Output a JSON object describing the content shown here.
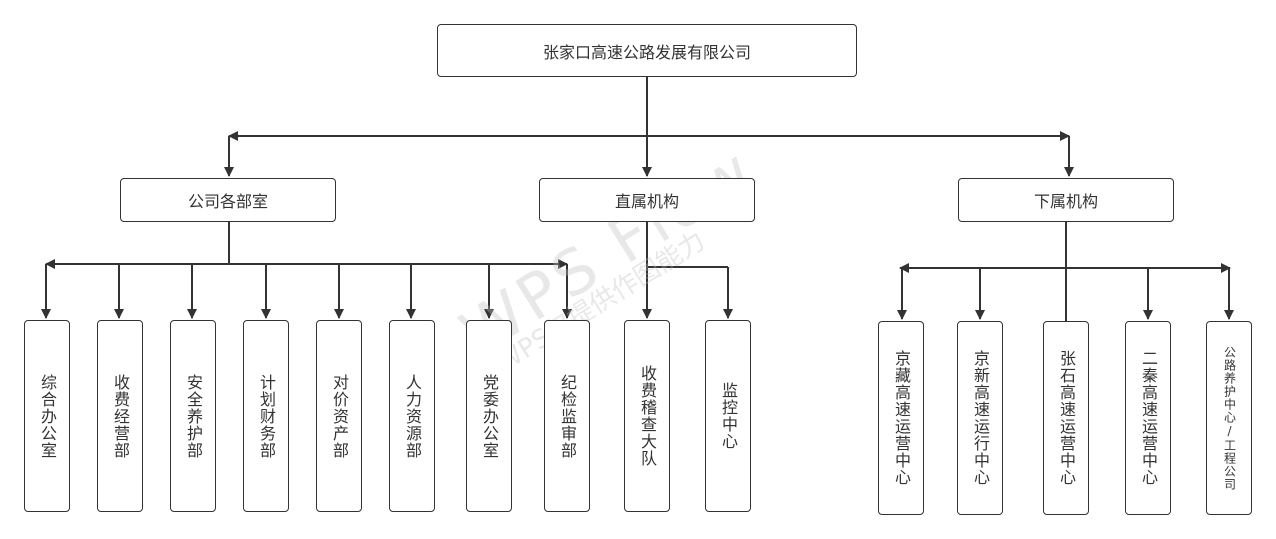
{
  "root": {
    "label": "张家口高速公路发展有限公司"
  },
  "groups": [
    {
      "label": "公司各部室"
    },
    {
      "label": "直属机构"
    },
    {
      "label": "下属机构"
    }
  ],
  "departments": [
    {
      "label": "综合办公室"
    },
    {
      "label": "收费经营部"
    },
    {
      "label": "安全养护部"
    },
    {
      "label": "计划财务部"
    },
    {
      "label": "对价资产部"
    },
    {
      "label": "人力资源部"
    },
    {
      "label": "党委办公室"
    },
    {
      "label": "纪检监审部"
    }
  ],
  "direct_units": [
    {
      "label": "收费稽查大队"
    },
    {
      "label": "监控中心"
    }
  ],
  "subsidiaries": [
    {
      "label": "京藏高速运营中心"
    },
    {
      "label": "京新高速运行中心"
    },
    {
      "label": "张石高速运营中心"
    },
    {
      "label": "二秦高速运营中心"
    },
    {
      "label": "公路养护中心/工程公司"
    }
  ],
  "watermark": {
    "line1": "WPS Flow",
    "line2": "WPS仅提供作图能力"
  },
  "colors": {
    "line": "#333333",
    "border": "#333333",
    "background": "#ffffff"
  }
}
